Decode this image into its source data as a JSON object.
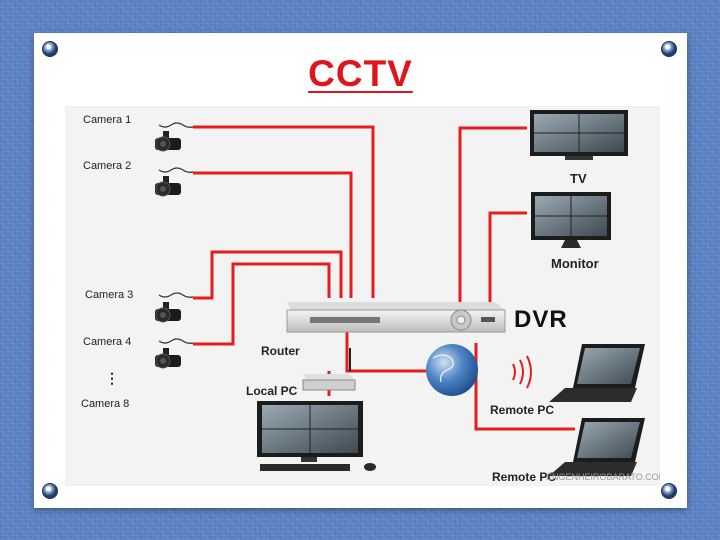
{
  "title": "CCTV",
  "labels": {
    "camera1": "Camera 1",
    "camera2": "Camera 2",
    "camera3": "Camera 3",
    "camera4": "Camera 4",
    "ellipsis": "⋮",
    "camera8": "Camera 8",
    "tv": "TV",
    "monitor": "Monitor",
    "dvr": "DVR",
    "router": "Router",
    "local_pc": "Local PC",
    "remote_pc1": "Remote PC",
    "remote_pc2": "Remote PC"
  },
  "watermark": "ENGENHEIROBARATO.COM",
  "colors": {
    "wire": "#e41e1e",
    "title": "#e0141c",
    "background": "#5b82c4"
  }
}
